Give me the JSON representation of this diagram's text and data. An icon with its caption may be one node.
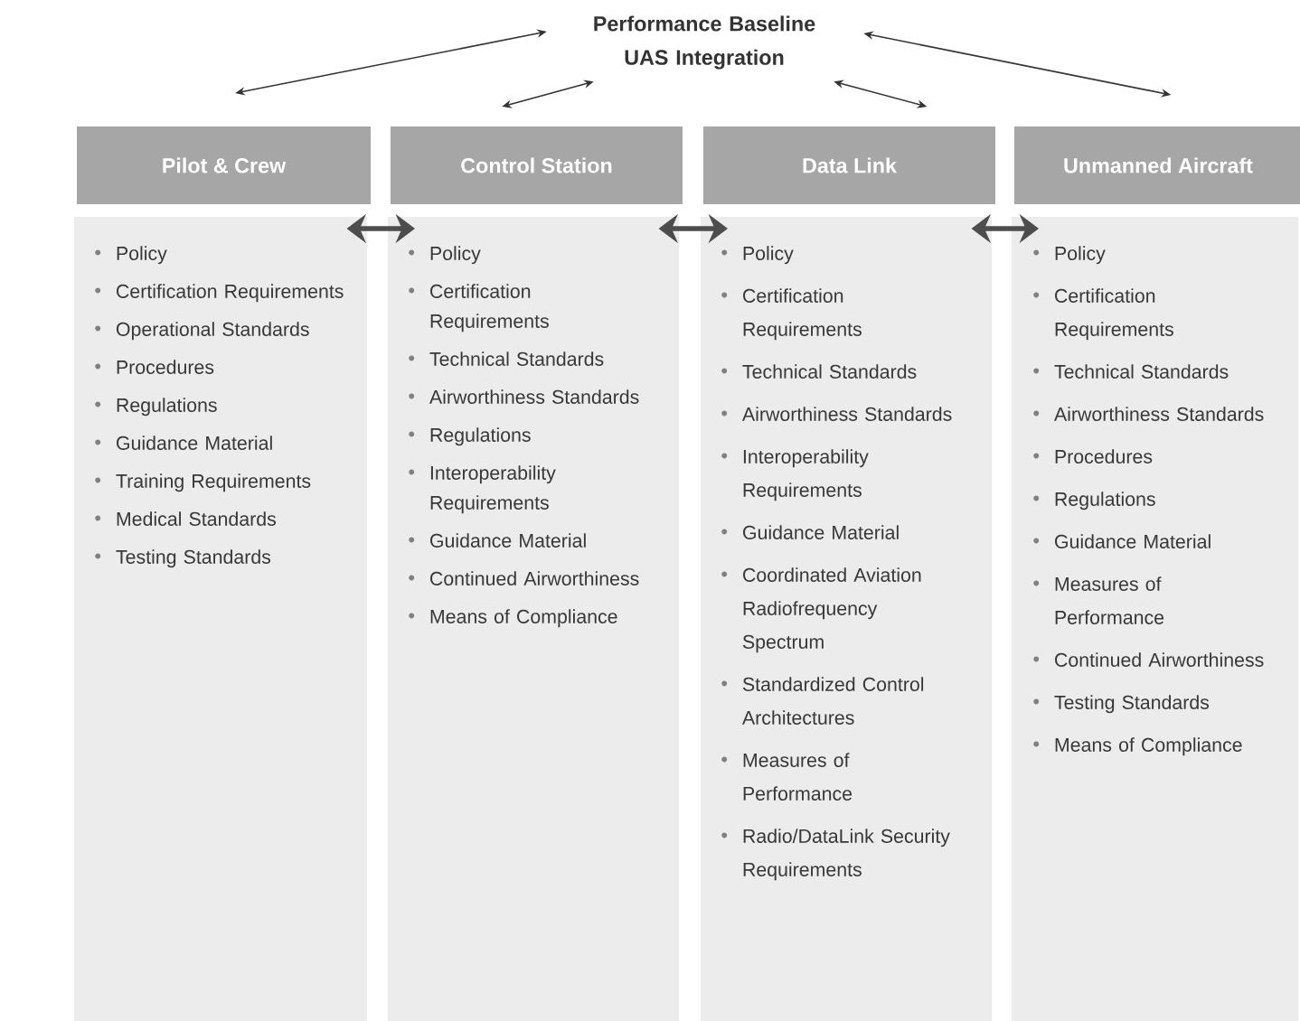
{
  "diagram": {
    "nodes": [
      {
        "text": [
          "Performance Baseline UAS Integration"
        ]
      },
      {
        "text": [
          "Pilot & Crew",
          "Policy",
          "Certification Requirements",
          "Operational Standards",
          "Procedures",
          "Regulations",
          "Guidance Material",
          "Training Requirements",
          "Medical Standards",
          "Testing Standards"
        ]
      },
      {
        "text": [
          "Control Station",
          "Policy",
          "Certification Requirements",
          "Technical Standards",
          "Airworthiness Standards",
          "Regulations",
          "Interoperability Requirements",
          "Guidance Material",
          "Continued Airworthiness",
          "Means of Compliance"
        ]
      },
      {
        "text": [
          "Data Link",
          "Policy",
          "Certification Requirements",
          "Technical Standards",
          "Airworthiness Standards",
          "Interoperability Requirements",
          "Guidance Material",
          "Coordinated Aviation Radiofrequency Spectrum",
          "Standardized Control Architectures",
          "Measures of Performance",
          "Radio/DataLink Security Requirements"
        ]
      },
      {
        "text": [
          "Unmanned Aircraft",
          "Policy",
          "Certification Requirements",
          "Technical Standards",
          "Airworthiness Standards",
          "Procedures",
          "Regulations",
          "Guidance Material",
          "Measures of Performance",
          "Continued Airworthiness",
          "Testing Standards",
          "Means of Compliance"
        ]
      }
    ],
    "edges": [
      {
        "from": 0,
        "to": 1,
        "arrow": "both"
      },
      {
        "from": 0,
        "to": 2,
        "arrow": "both"
      },
      {
        "from": 0,
        "to": 3,
        "arrow": "both"
      },
      {
        "from": 0,
        "to": 4,
        "arrow": "both"
      },
      {
        "from": 1,
        "to": 2,
        "arrow": "both",
        "style": "thick",
        "color": "#4d4d4d"
      },
      {
        "from": 2,
        "to": 3,
        "arrow": "both",
        "style": "thick",
        "color": "#4d4d4d"
      },
      {
        "from": 3,
        "to": 4,
        "arrow": "both",
        "style": "thick",
        "color": "#4d4d4d"
      }
    ]
  }
}
